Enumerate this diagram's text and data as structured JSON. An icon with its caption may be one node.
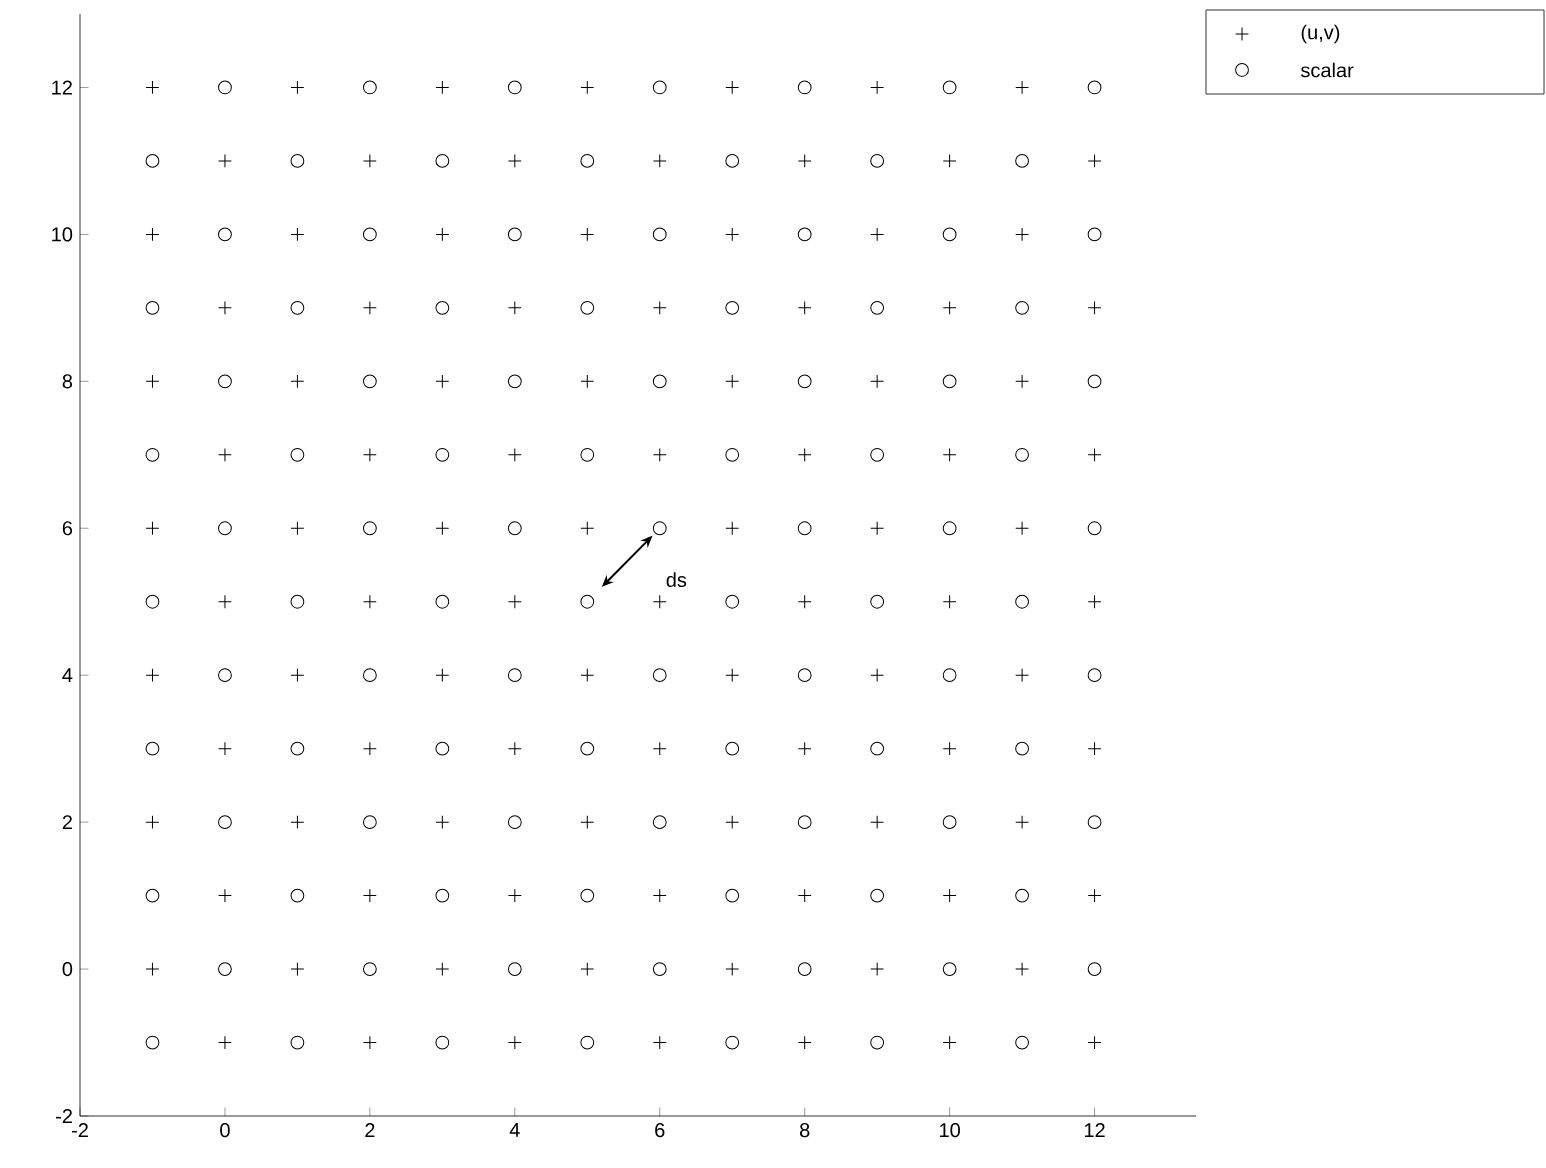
{
  "diagram": {
    "chart_data": {
      "type": "scatter",
      "xlim": [
        -2,
        13.4
      ],
      "ylim": [
        -2,
        13
      ],
      "xticks": [
        -2,
        0,
        2,
        4,
        6,
        8,
        10,
        12
      ],
      "yticks": [
        -2,
        0,
        2,
        4,
        6,
        8,
        10,
        12
      ],
      "series": [
        {
          "name": "(u,v)",
          "color": "#000000",
          "marker": "+",
          "x": [
            0,
            2,
            4,
            6,
            8,
            10,
            12,
            -1,
            1,
            3,
            5,
            7,
            9,
            11,
            0,
            2,
            4,
            6,
            8,
            10,
            12,
            -1,
            1,
            3,
            5,
            7,
            9,
            11,
            0,
            2,
            4,
            6,
            8,
            10,
            12,
            -1,
            1,
            3,
            5,
            7,
            9,
            11,
            0,
            2,
            4,
            6,
            8,
            10,
            12,
            -1,
            1,
            3,
            5,
            7,
            9,
            11,
            0,
            2,
            4,
            6,
            8,
            10,
            12,
            -1,
            1,
            3,
            5,
            7,
            9,
            11,
            0,
            2,
            4,
            6,
            8,
            10,
            12,
            -1,
            1,
            3,
            5,
            7,
            9,
            11,
            0,
            2,
            4,
            6,
            8,
            10,
            12,
            -1,
            1,
            3,
            5,
            7,
            9,
            11
          ],
          "values": [
            -1,
            -1,
            -1,
            -1,
            -1,
            -1,
            -1,
            0,
            0,
            0,
            0,
            0,
            0,
            0,
            1,
            1,
            1,
            1,
            1,
            1,
            1,
            2,
            2,
            2,
            2,
            2,
            2,
            2,
            3,
            3,
            3,
            3,
            3,
            3,
            3,
            4,
            4,
            4,
            4,
            4,
            4,
            4,
            5,
            5,
            5,
            5,
            5,
            5,
            5,
            6,
            6,
            6,
            6,
            6,
            6,
            6,
            7,
            7,
            7,
            7,
            7,
            7,
            7,
            8,
            8,
            8,
            8,
            8,
            8,
            8,
            9,
            9,
            9,
            9,
            9,
            9,
            9,
            10,
            10,
            10,
            10,
            10,
            10,
            10,
            11,
            11,
            11,
            11,
            11,
            11,
            11,
            12,
            12,
            12,
            12,
            12,
            12,
            12
          ]
        },
        {
          "name": "scalar",
          "color": "#000000",
          "marker": "o",
          "x": [
            -1,
            1,
            3,
            5,
            7,
            9,
            11,
            0,
            2,
            4,
            6,
            8,
            10,
            12,
            -1,
            1,
            3,
            5,
            7,
            9,
            11,
            0,
            2,
            4,
            6,
            8,
            10,
            12,
            -1,
            1,
            3,
            5,
            7,
            9,
            11,
            0,
            2,
            4,
            6,
            8,
            10,
            12,
            -1,
            1,
            3,
            5,
            7,
            9,
            11,
            0,
            2,
            4,
            6,
            8,
            10,
            12,
            -1,
            1,
            3,
            5,
            7,
            9,
            11,
            0,
            2,
            4,
            6,
            8,
            10,
            12,
            -1,
            1,
            3,
            5,
            7,
            9,
            11,
            0,
            2,
            4,
            6,
            8,
            10,
            12,
            -1,
            1,
            3,
            5,
            7,
            9,
            11,
            0,
            2,
            4,
            6,
            8,
            10,
            12
          ],
          "values": [
            -1,
            -1,
            -1,
            -1,
            -1,
            -1,
            -1,
            0,
            0,
            0,
            0,
            0,
            0,
            0,
            1,
            1,
            1,
            1,
            1,
            1,
            1,
            2,
            2,
            2,
            2,
            2,
            2,
            2,
            3,
            3,
            3,
            3,
            3,
            3,
            3,
            4,
            4,
            4,
            4,
            4,
            4,
            4,
            5,
            5,
            5,
            5,
            5,
            5,
            5,
            6,
            6,
            6,
            6,
            6,
            6,
            6,
            7,
            7,
            7,
            7,
            7,
            7,
            7,
            8,
            8,
            8,
            8,
            8,
            8,
            8,
            9,
            9,
            9,
            9,
            9,
            9,
            9,
            10,
            10,
            10,
            10,
            10,
            10,
            10,
            11,
            11,
            11,
            11,
            11,
            11,
            11,
            12,
            12,
            12,
            12,
            12,
            12,
            12
          ]
        }
      ],
      "annotations": [
        "ds"
      ]
    }
  }
}
